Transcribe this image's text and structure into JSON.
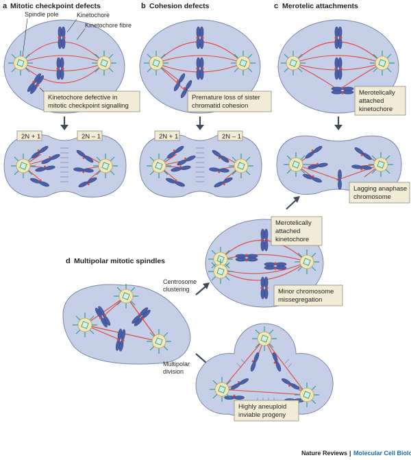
{
  "panels": {
    "a": {
      "letter": "a",
      "title": "Mitotic checkpoint defects"
    },
    "b": {
      "letter": "b",
      "title": "Cohesion defects"
    },
    "c": {
      "letter": "c",
      "title": "Merotelic attachments"
    },
    "d": {
      "letter": "d",
      "title": "Multipolar mitotic spindles"
    }
  },
  "labels": {
    "spindle_pole": "Spindle pole",
    "kinetochore": "Kinetochore",
    "kinetochore_fibre": "Kinetochore fibre",
    "a_callout": [
      "Kinetochore defective in",
      "mitotic checkpoint signalling"
    ],
    "b_callout": [
      "Premature loss of sister",
      "chromatid cohesion"
    ],
    "c_callout": [
      "Merotelically",
      "attached",
      "kinetochore"
    ],
    "c_lagging": [
      "Lagging anaphase",
      "chromosome"
    ],
    "d_merotelic": [
      "Merotelically",
      "attached",
      "kinetochore"
    ],
    "d_minor": [
      "Minor chromosome",
      "missegregation"
    ],
    "d_aneuploid": [
      "Highly aneuploid",
      "inviable progeny"
    ],
    "centrosome_clustering": [
      "Centrosome",
      "clustering"
    ],
    "multipolar_division": [
      "Multipolar",
      "division"
    ],
    "karyotype_gain": "2N + 1",
    "karyotype_loss": "2N – 1"
  },
  "footer": {
    "journal": "Nature Reviews",
    "separator": "|",
    "section": "Molecular Cell Biology"
  },
  "colors": {
    "cell": "#c6cfe8",
    "chromosome": "#4a5fa8",
    "fibre": "#e0463c",
    "pole": "#f3e7b5",
    "callout": "#f2ecd6",
    "arrow": "#3e4a58"
  }
}
